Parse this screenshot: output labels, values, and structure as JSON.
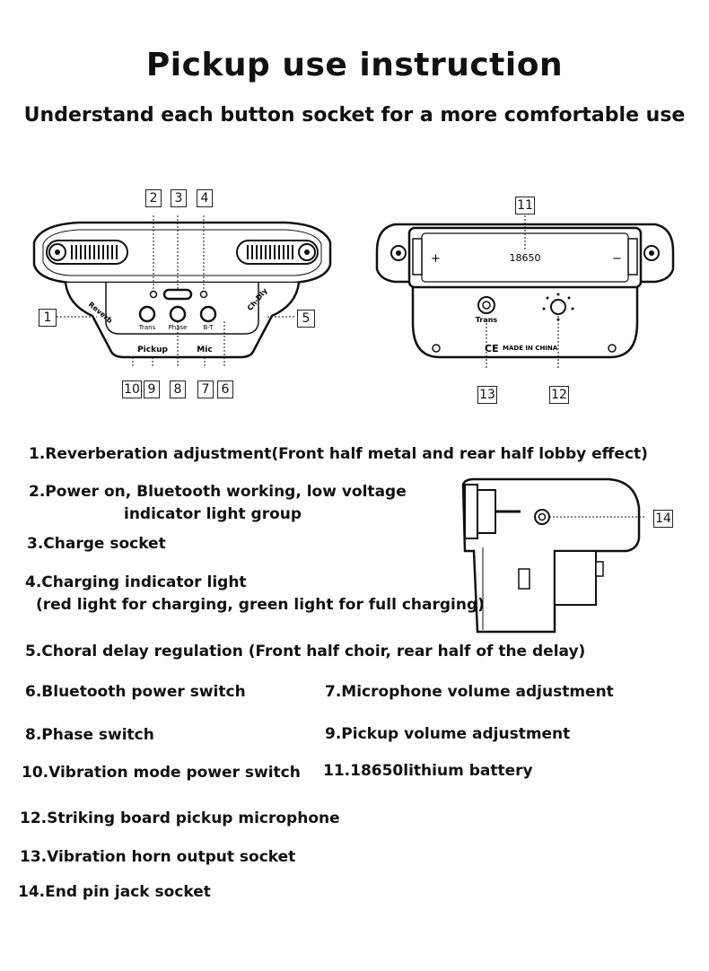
{
  "header": {
    "title": "Pickup use instruction",
    "subtitle": "Understand each button socket for a more comfortable use"
  },
  "front_panel": {
    "labels": {
      "trans": "Trans",
      "phase": "Phase",
      "bt": "B-T",
      "pickup": "Pickup",
      "mic": "Mic",
      "reverb": "Reverb",
      "chorus_dly": "Ch-Dly"
    },
    "callouts": [
      "1",
      "2",
      "3",
      "4",
      "5",
      "6",
      "7",
      "8",
      "9",
      "10"
    ]
  },
  "back_panel": {
    "battery_label": "18650",
    "plus": "+",
    "minus": "−",
    "trans_label": "Trans",
    "ce_mark": "CE",
    "made_in": "MADE IN CHINA",
    "callouts": [
      "11",
      "12",
      "13"
    ]
  },
  "side_view": {
    "callout": "14"
  },
  "instructions": {
    "i1": "1.Reverberation adjustment(Front half metal and rear half lobby effect)",
    "i2_line1": "2.Power on, Bluetooth working, low voltage",
    "i2_line2": "indicator light group",
    "i3": "3.Charge socket",
    "i4_line1": "4.Charging indicator light",
    "i4_line2": "(red light for charging, green light for full charging)",
    "i5": "5.Choral delay regulation (Front half choir, rear half of the delay)",
    "i6": "6.Bluetooth power switch",
    "i7": "7.Microphone volume adjustment",
    "i8": "8.Phase switch",
    "i9": "9.Pickup volume adjustment",
    "i10": "10.Vibration mode power switch",
    "i11": "11.18650lithium battery",
    "i12": "12.Striking board pickup microphone",
    "i13": "13.Vibration horn output socket",
    "i14": "14.End pin jack socket"
  }
}
